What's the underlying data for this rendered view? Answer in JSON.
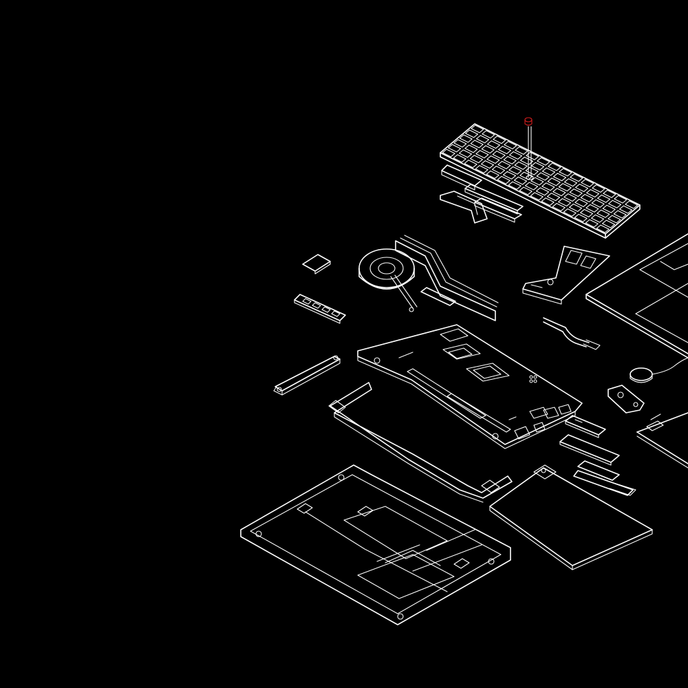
{
  "diagram": {
    "background_color": "#000000",
    "line_color": "#ffffff",
    "highlight_color": "#d81e1e",
    "highlighted_part": "trackpoint-cap",
    "parts": [
      "keyboard",
      "trackpoint-cap",
      "keyboard-bracket",
      "keyboard-strips",
      "cpu-fan-heatsink",
      "io-daughterboard",
      "display-panel",
      "memory-chip",
      "ram-module",
      "flex-cable",
      "speaker-bracket",
      "motherboard",
      "speaker-frame",
      "coin-battery",
      "wifi-card-bracket",
      "m2-ssd",
      "ssd-tray",
      "thermal-pad",
      "ssd-shield",
      "battery-pack",
      "hdd-caddy",
      "bottom-case"
    ]
  }
}
